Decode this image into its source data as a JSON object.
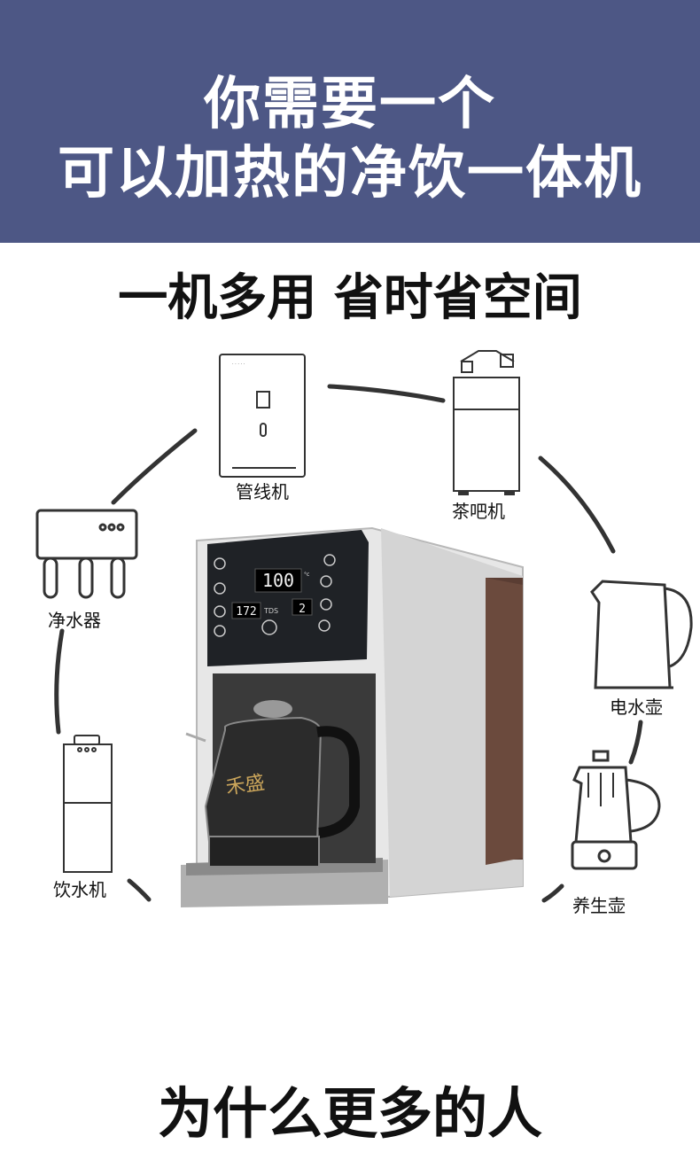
{
  "banner": {
    "line1": "你需要一个",
    "line2": "可以加热的净饮一体机"
  },
  "subtitle": "一机多用 省时省空间",
  "appliances": {
    "pipeline": "管线机",
    "tea_bar": "茶吧机",
    "purifier": "净水器",
    "kettle": "电水壶",
    "dispenser": "饮水机",
    "health_pot": "养生壶"
  },
  "machine": {
    "temp_display": "100",
    "temp_unit": "°c",
    "tds_value": "172",
    "tds_label": "TDS",
    "count_display": "2",
    "kettle_logo": "禾盛"
  },
  "bottom_heading": "为什么更多的人",
  "colors": {
    "banner": "#4d5785",
    "arc": "#333333",
    "panel": "#1f2226",
    "display": "#f2f2f2"
  }
}
